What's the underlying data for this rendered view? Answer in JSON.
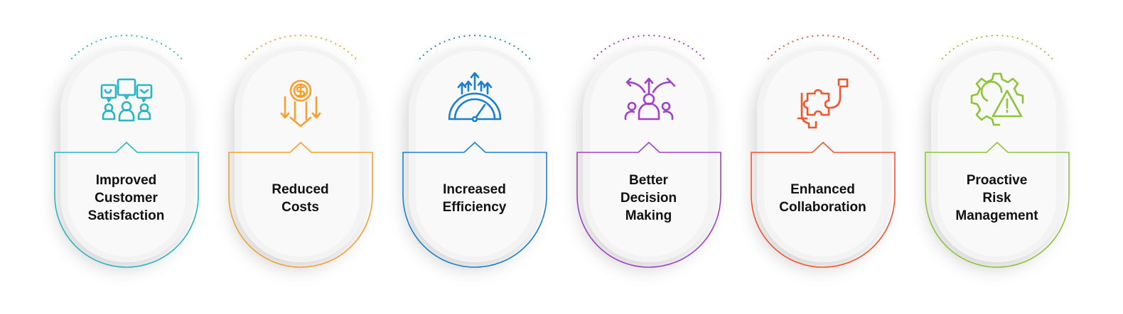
{
  "items": [
    {
      "lines": [
        "Improved",
        "Customer",
        "Satisfaction"
      ],
      "icon": "customer-feedback-icon",
      "color": "#2bb5c4"
    },
    {
      "lines": [
        "Reduced",
        "Costs"
      ],
      "icon": "dollar-coin-down-arrows-icon",
      "color": "#f5a031"
    },
    {
      "lines": [
        "Increased",
        "Efficiency"
      ],
      "icon": "speedometer-up-arrows-icon",
      "color": "#1a7fd0"
    },
    {
      "lines": [
        "Better",
        "Decision",
        "Making"
      ],
      "icon": "decision-arrows-person-icon",
      "color": "#a040c8"
    },
    {
      "lines": [
        "Enhanced",
        "Collaboration"
      ],
      "icon": "hands-puzzle-icon",
      "color": "#f2552c"
    },
    {
      "lines": [
        "Proactive",
        "Risk",
        "Management"
      ],
      "icon": "gear-warning-icon",
      "color": "#8cc43a"
    }
  ]
}
